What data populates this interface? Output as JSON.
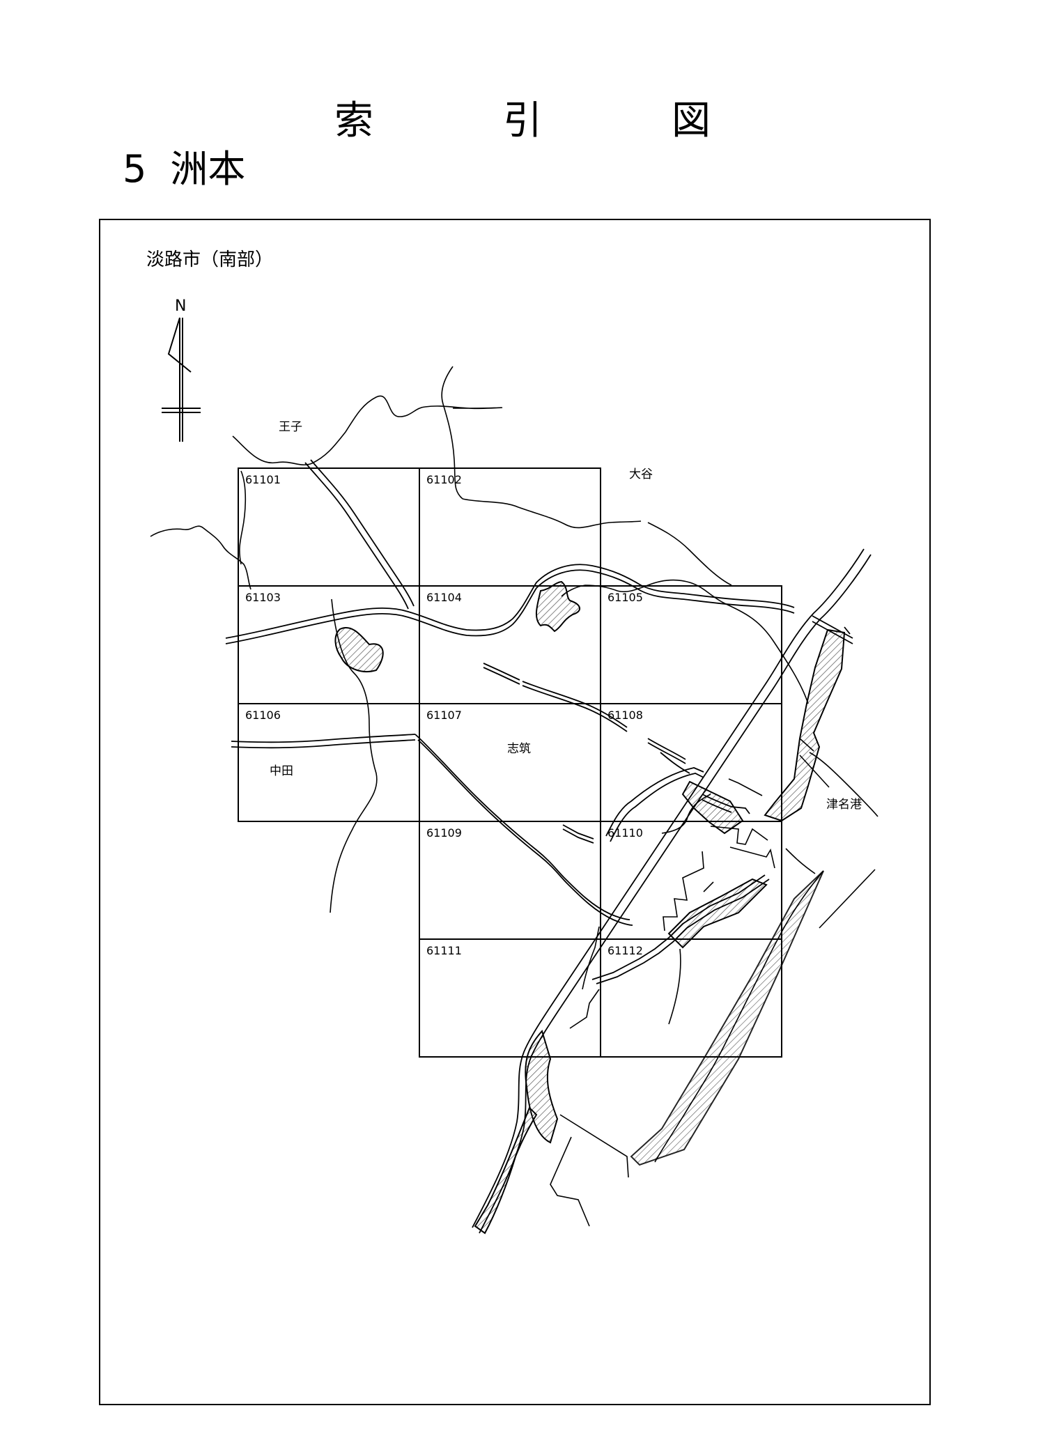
{
  "header": {
    "title_chars": [
      "索",
      "引",
      "図"
    ],
    "sheet_number": "5",
    "sheet_name": "洲本"
  },
  "map": {
    "area_name": "淡路市（南部）",
    "north_label": "N",
    "grid": [
      {
        "id": "61101"
      },
      {
        "id": "61102"
      },
      {
        "id": "61103"
      },
      {
        "id": "61104"
      },
      {
        "id": "61105"
      },
      {
        "id": "61106"
      },
      {
        "id": "61107"
      },
      {
        "id": "61108"
      },
      {
        "id": "61109"
      },
      {
        "id": "61110"
      },
      {
        "id": "61111"
      },
      {
        "id": "61112"
      }
    ],
    "places": [
      "王子",
      "大谷",
      "志筑",
      "中田",
      "津名港"
    ]
  }
}
